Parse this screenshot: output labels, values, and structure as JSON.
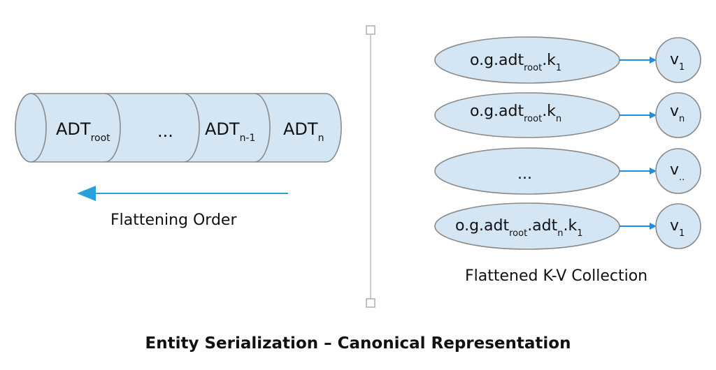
{
  "cylinder": {
    "segments": [
      {
        "base": "ADT",
        "sub": "root"
      },
      {
        "base": "...",
        "sub": ""
      },
      {
        "base": "ADT",
        "sub": "n-1"
      },
      {
        "base": "ADT",
        "sub": "n"
      }
    ]
  },
  "flattening_label": "Flattening Order",
  "kv": {
    "rows": [
      {
        "key": [
          [
            "o.g.adt",
            ""
          ],
          [
            "",
            "root"
          ],
          [
            ".k",
            ""
          ],
          [
            "",
            "1"
          ]
        ],
        "value": [
          [
            "v",
            ""
          ],
          [
            "",
            "1"
          ]
        ]
      },
      {
        "key": [
          [
            "o.g.adt",
            ""
          ],
          [
            "",
            "root"
          ],
          [
            ".k",
            ""
          ],
          [
            "",
            "n"
          ]
        ],
        "value": [
          [
            "v",
            ""
          ],
          [
            "",
            "n"
          ]
        ]
      },
      {
        "key": [
          [
            "...",
            ""
          ]
        ],
        "value": [
          [
            "v",
            ""
          ],
          [
            "",
            ".."
          ]
        ]
      },
      {
        "key": [
          [
            "o.g.adt",
            ""
          ],
          [
            "",
            "root"
          ],
          [
            ".adt",
            ""
          ],
          [
            "",
            "n"
          ],
          [
            ".k",
            ""
          ],
          [
            "",
            "1"
          ]
        ],
        "value": [
          [
            "v",
            ""
          ],
          [
            "",
            "1"
          ]
        ]
      }
    ],
    "caption": "Flattened K-V Collection"
  },
  "title": "Entity Serialization – Canonical Representation",
  "colors": {
    "fill": "#d4e6f4",
    "stroke": "#8a8a8a",
    "arrow": "#1b8ee6",
    "left_arrow": "#2aa0da",
    "divider": "#bbbbbb"
  }
}
